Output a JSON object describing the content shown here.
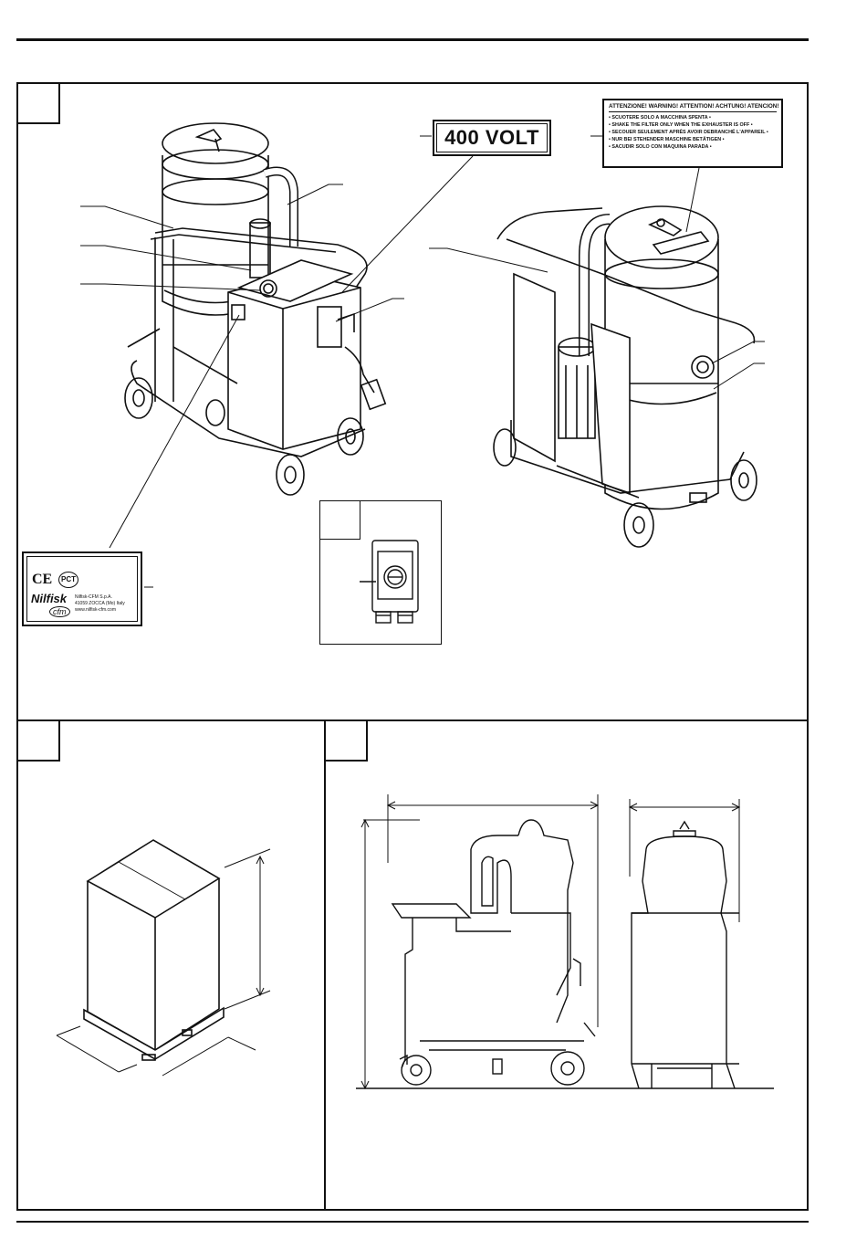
{
  "figures": {
    "volt_label": "400 VOLT",
    "warning_label": {
      "header": "ATTENZIONE! WARNING! ATTENTION! ACHTUNG! ATENCION!",
      "lines": [
        "• SCUOTERE SOLO A MACCHINA SPENTA •",
        "• SHAKE THE FILTER ONLY WHEN THE EXHAUSTER IS OFF •",
        "• SECOUER SEULEMENT APRÈS AVOIR DEBRANCHÉ L'APPAREIL •",
        "• NUR BEI STEHENDER MASCHINE BETÄTIGEN •",
        "• SACUDIR SOLO CON MAQUINA PARADA •"
      ]
    },
    "rating_plate": {
      "ce_mark": "CE",
      "cert_mark": "PCT",
      "brand": "Nilfisk",
      "brand_sub": "cfm",
      "company": "Nilfisk-CFM S.p.A.",
      "address": "41059 ZOCCA (Mo) Italy",
      "website": "www.nilfisk-cfm.com"
    }
  },
  "colors": {
    "ink": "#111111",
    "paper": "#ffffff"
  }
}
